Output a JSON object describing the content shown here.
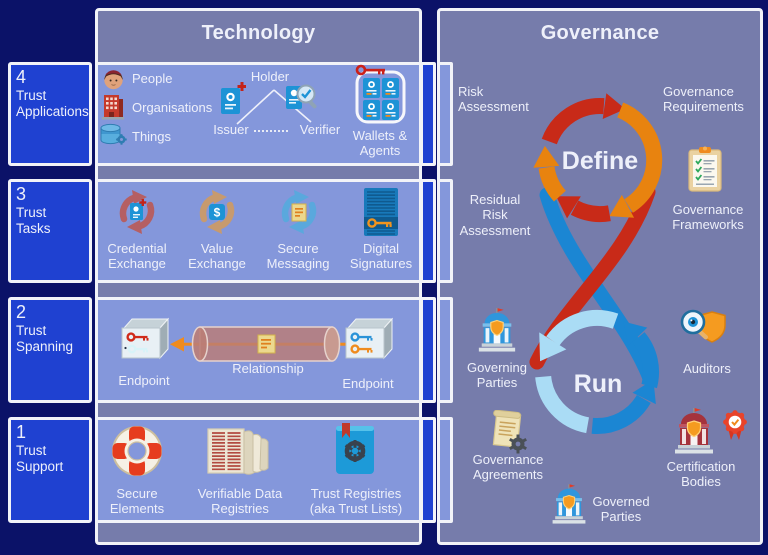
{
  "technology": {
    "title": "Technology",
    "layers": [
      {
        "number": "4",
        "name": "Trust\nApplications"
      },
      {
        "number": "3",
        "name": "Trust\nTasks"
      },
      {
        "number": "2",
        "name": "Trust\nSpanning"
      },
      {
        "number": "1",
        "name": "Trust\nSupport"
      }
    ],
    "layer4": {
      "parties": [
        {
          "label": "People"
        },
        {
          "label": "Organisations"
        },
        {
          "label": "Things"
        }
      ],
      "holder": "Holder",
      "issuer": "Issuer",
      "verifier": "Verifier",
      "wallets": "Wallets &\nAgents"
    },
    "layer3": {
      "tasks": [
        {
          "label": "Credential\nExchange"
        },
        {
          "label": "Value\nExchange"
        },
        {
          "label": "Secure\nMessaging"
        },
        {
          "label": "Digital\nSignatures"
        }
      ],
      "value_symbol": "$"
    },
    "layer2": {
      "endpoint_left": "Endpoint",
      "relationship": "Relationship",
      "endpoint_right": "Endpoint"
    },
    "layer1": {
      "supports": [
        {
          "label": "Secure\nElements"
        },
        {
          "label": "Verifiable Data\nRegistries"
        },
        {
          "label": "Trust Registries\n(aka Trust Lists)"
        }
      ]
    }
  },
  "governance": {
    "title": "Governance",
    "define_label": "Define",
    "run_label": "Run",
    "labels": {
      "risk_assessment": "Risk\nAssessment",
      "governance_requirements": "Governance\nRequirements",
      "residual_risk_assessment": "Residual\nRisk\nAssessment",
      "governance_frameworks": "Governance\nFrameworks",
      "governing_parties": "Governing\nParties",
      "auditors": "Auditors",
      "governance_agreements": "Governance\nAgreements",
      "certification_bodies": "Certification\nBodies",
      "governed_parties": "Governed\nParties"
    }
  },
  "colors": {
    "background": "#0b1268",
    "panel": "#767cab",
    "layer_row": "#8497db",
    "layer_label_box": "#1f41d1",
    "border": "#f2f3f8",
    "define_red": "#c82a18",
    "define_orange": "#e8830f",
    "run_dark_blue": "#1b86d3",
    "run_pale_blue": "#aadcf5",
    "accent_blue_icon": "#1d93d6",
    "accent_orange_icon": "#ef8b1e"
  },
  "icons": [
    "person-icon",
    "organisation-icon",
    "things-icon",
    "issuer-credential-icon",
    "verifier-check-icon",
    "wallet-agents-icon",
    "credential-exchange-icon",
    "value-exchange-icon",
    "secure-messaging-icon",
    "digital-signature-icon",
    "endpoint-cube-icon",
    "relationship-tunnel-icon",
    "lifebuoy-icon",
    "ledger-icon",
    "trust-registry-book-icon",
    "clipboard-checklist-icon",
    "bank-building-icon",
    "magnifier-eye-shield-icon",
    "scroll-gear-icon",
    "bank-rosette-icon",
    "define-run-loop-graphic"
  ]
}
